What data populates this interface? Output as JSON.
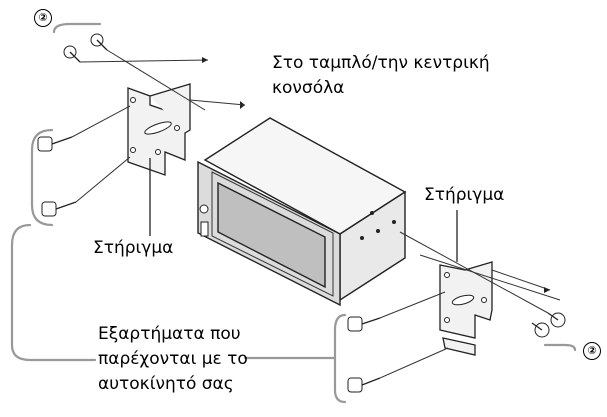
{
  "labels": {
    "dashboard_line1": "Στο ταμπλό/την κεντρική",
    "dashboard_line2": "κονσόλα",
    "bracket_left": "Στήριγμα",
    "bracket_right": "Στήριγμα",
    "parts_line1": "Εξαρτήματα που",
    "parts_line2": "παρέχονται με το",
    "parts_line3": "αυτοκίνητό σας"
  },
  "callouts": {
    "left": "②",
    "right": "②"
  }
}
